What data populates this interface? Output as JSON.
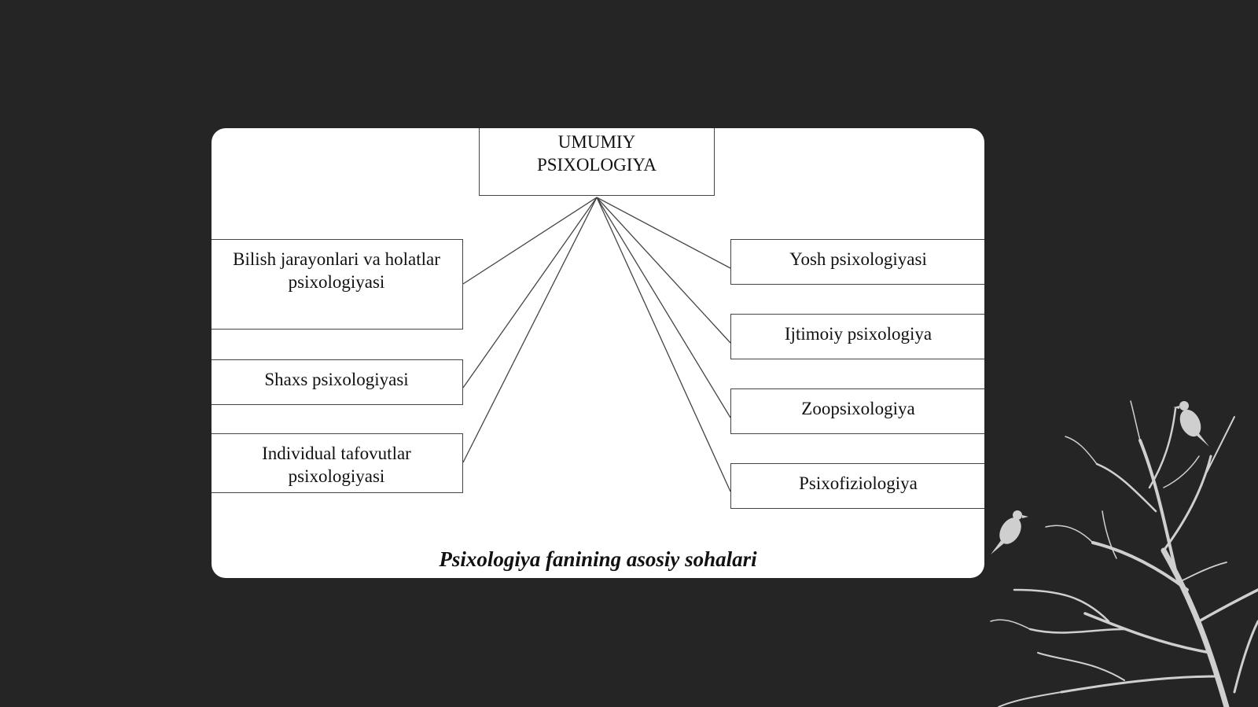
{
  "diagram": {
    "root": {
      "label_line1": "UMUMIY",
      "label_line2": "PSIXOLOGIYA"
    },
    "left_nodes": [
      {
        "line1": "Bilish jarayonlari va holatlar",
        "line2": "psixologiyasi"
      },
      {
        "line1": "Shaxs psixologiyasi",
        "line2": ""
      },
      {
        "line1": "Individual tafovutlar",
        "line2": "psixologiyasi"
      }
    ],
    "right_nodes": [
      {
        "label": "Yosh psixologiyasi"
      },
      {
        "label": "Ijtimoiy psixologiya"
      },
      {
        "label": "Zoopsixologiya"
      },
      {
        "label": "Psixofiziologiya"
      }
    ],
    "caption": "Psixologiya fanining asosiy sohalari"
  },
  "colors": {
    "background": "#252525",
    "card": "#ffffff",
    "line": "#444444",
    "text": "#111111"
  },
  "decoration": {
    "name": "tree-with-birds-illustration"
  }
}
